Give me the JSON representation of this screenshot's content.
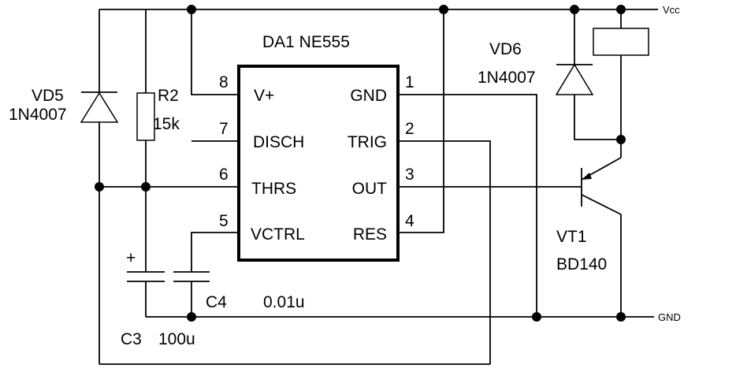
{
  "chip": {
    "label": "DA1 NE555",
    "pins": [
      {
        "num": "8",
        "name": "V+"
      },
      {
        "num": "7",
        "name": "DISCH"
      },
      {
        "num": "6",
        "name": "THRS"
      },
      {
        "num": "5",
        "name": "VCTRL"
      },
      {
        "num": "1",
        "name": "GND"
      },
      {
        "num": "2",
        "name": "TRIG"
      },
      {
        "num": "3",
        "name": "OUT"
      },
      {
        "num": "4",
        "name": "RES"
      }
    ]
  },
  "components": {
    "vd5_name": "VD5",
    "vd5_type": "1N4007",
    "r2_name": "R2",
    "r2_value": "15k",
    "c3_polarity": "+",
    "c3_name": "C3",
    "c3_value": "100u",
    "c4_name": "C4",
    "c4_value": "0.01u",
    "vd6_name": "VD6",
    "vd6_type": "1N4007",
    "vt1_name": "VT1",
    "vt1_type": "BD140"
  },
  "rails": {
    "vcc": "Vcc",
    "gnd": "GND"
  }
}
